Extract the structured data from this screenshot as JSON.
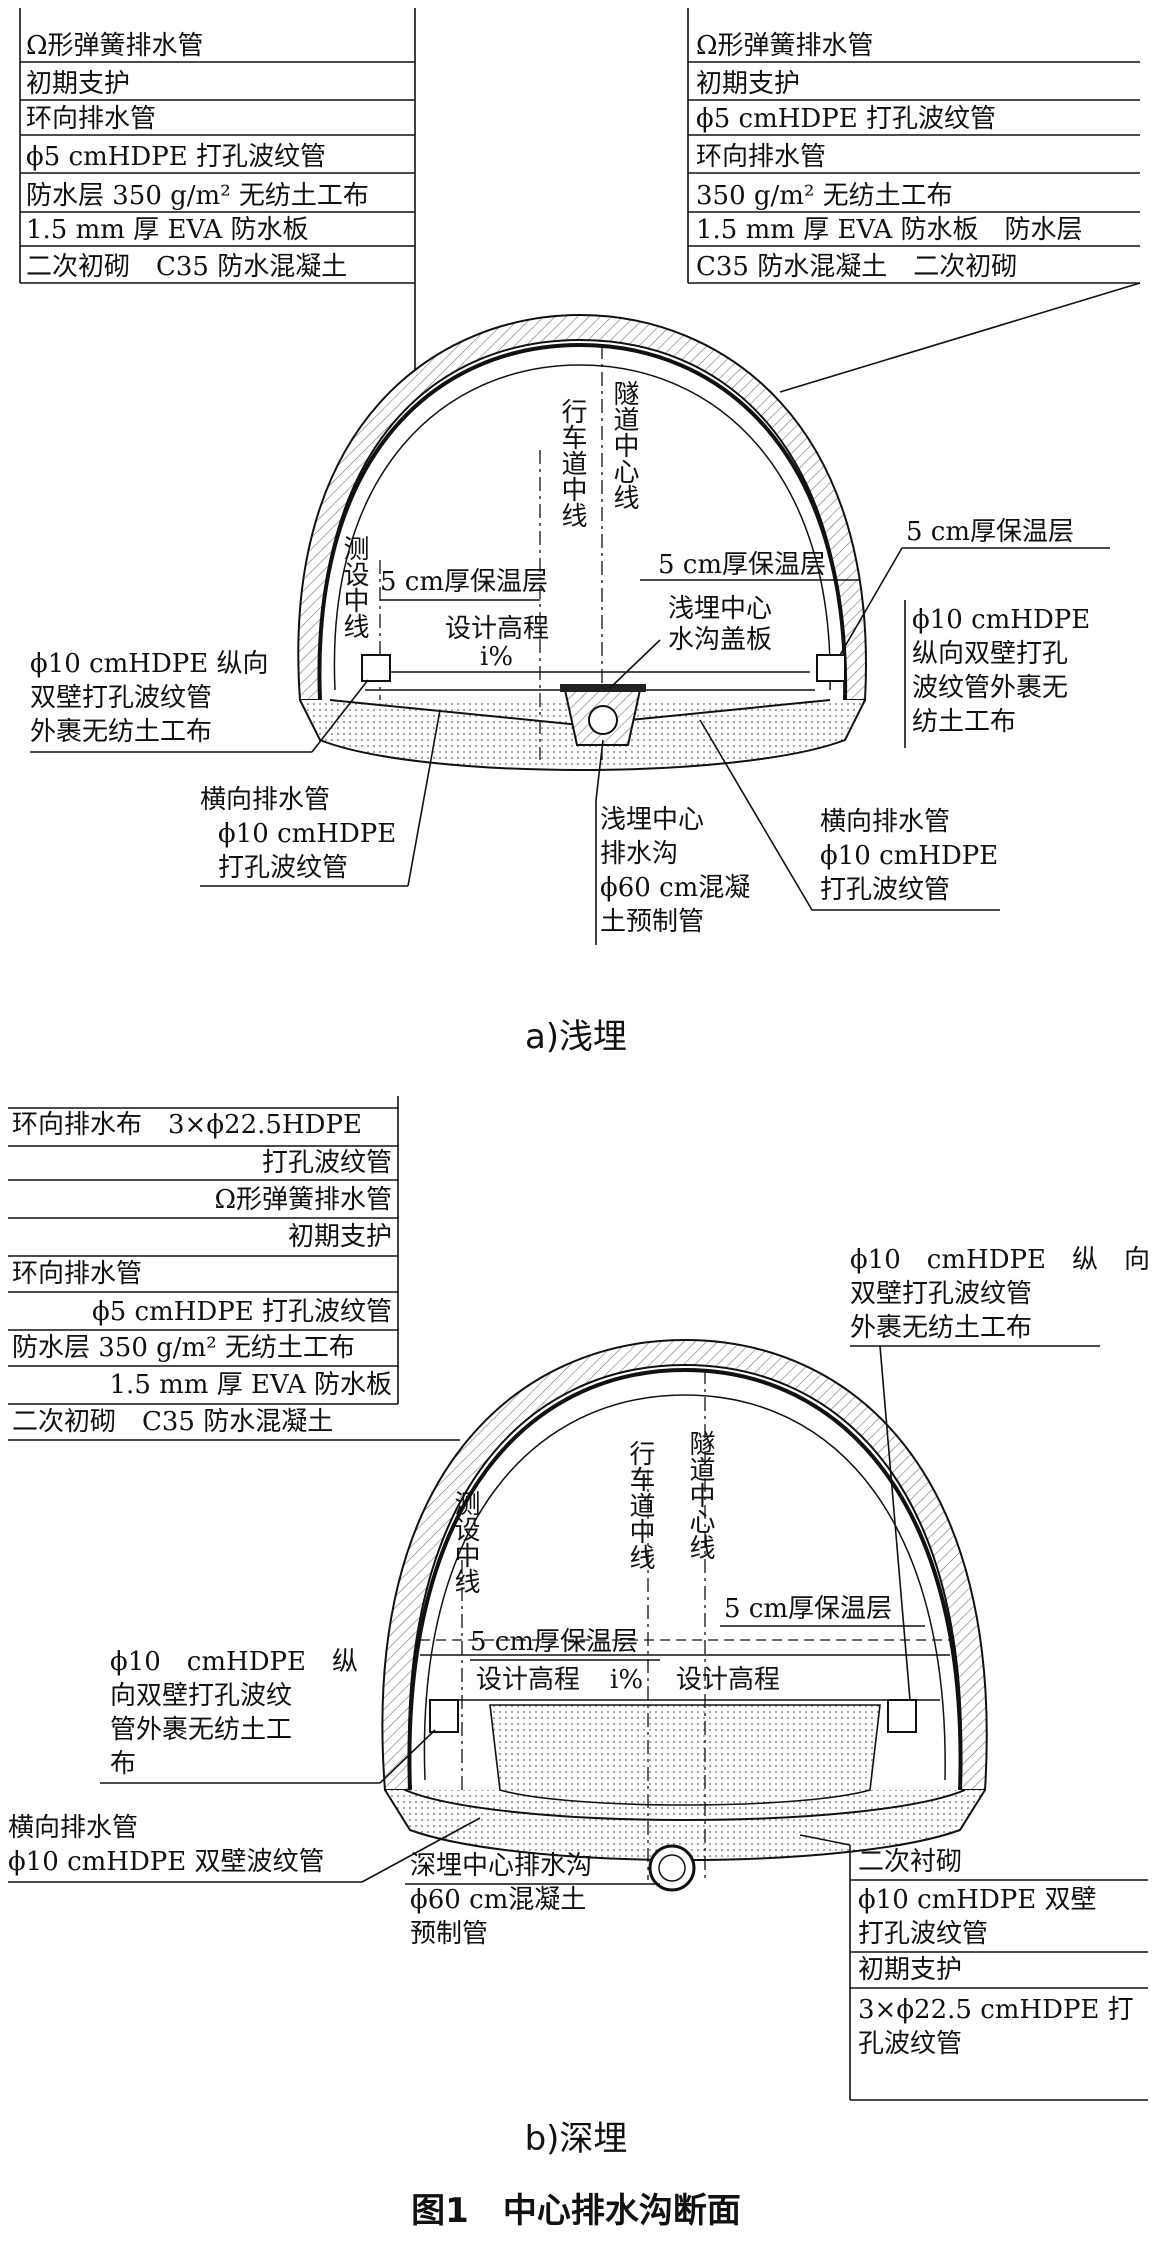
{
  "figure_title": "图1　中心排水沟断面",
  "shallow": {
    "caption": "a)浅埋",
    "left_list": [
      "Ω形弹簧排水管",
      "初期支护",
      "环向排水管",
      "ϕ5 cmHDPE 打孔波纹管",
      "防水层 350 g/m² 无纺土工布",
      "1.5 mm 厚 EVA 防水板",
      "二次初砌　C35 防水混凝土"
    ],
    "right_list": [
      "Ω形弹簧排水管",
      "初期支护",
      "ϕ5 cmHDPE 打孔波纹管",
      "环向排水管",
      "350 g/m² 无纺土工布",
      "1.5 mm 厚 EVA 防水板　防水层",
      "C35 防水混凝土　二次初砌"
    ],
    "labels": {
      "measure_center": "测设中线",
      "lane_center": "行车道中线",
      "tunnel_center": "隧道中心线",
      "insulation_left": "5 cm厚保温层",
      "insulation_mid": "5 cm厚保温层",
      "insulation_right": "5 cm厚保温层",
      "design_elev": "设计高程",
      "slope": "i%",
      "cover_plate": [
        "浅埋中心",
        "水沟盖板"
      ],
      "long_pipe_left": [
        "ϕ10 cmHDPE 纵向",
        "双壁打孔波纹管",
        "外裹无纺土工布"
      ],
      "long_pipe_right": [
        "ϕ10 cmHDPE",
        "纵向双壁打孔",
        "波纹管外裹无",
        "纺土工布"
      ],
      "cross_pipe_left": [
        "横向排水管",
        "ϕ10 cmHDPE",
        "打孔波纹管"
      ],
      "cross_pipe_right": [
        "横向排水管",
        "ϕ10 cmHDPE",
        "打孔波纹管"
      ],
      "center_ditch": [
        "浅埋中心",
        "排水沟",
        "ϕ60 cm混凝",
        "土预制管"
      ]
    }
  },
  "deep": {
    "caption": "b)深埋",
    "left_list": [
      "环向排水布　3×ϕ22.5HDPE",
      "打孔波纹管",
      "Ω形弹簧排水管",
      "初期支护",
      "环向排水管",
      "ϕ5 cmHDPE 打孔波纹管",
      "防水层 350 g/m² 无纺土工布",
      "1.5 mm 厚 EVA 防水板",
      "二次初砌　C35 防水混凝土"
    ],
    "right_top": [
      "ϕ10　cmHDPE　纵　向",
      "双壁打孔波纹管",
      "外裹无纺土工布"
    ],
    "right_list": [
      "二次衬砌",
      "ϕ10 cmHDPE 双壁",
      "打孔波纹管",
      "初期支护",
      "3×ϕ22.5 cmHDPE 打",
      "孔波纹管"
    ],
    "labels": {
      "measure_center": "测设中线",
      "lane_center": "行车道中线",
      "tunnel_center": "隧道中心线",
      "insulation_mid": "5 cm厚保温层",
      "insulation_right": "5 cm厚保温层",
      "design_elev_left": "设计高程",
      "design_elev_right": "设计高程",
      "slope": "i%",
      "long_pipe_left": [
        "ϕ10　cmHDPE　纵",
        "向双壁打孔波纹",
        "管外裹无纺土工",
        "布"
      ],
      "cross_pipe": [
        "横向排水管",
        "ϕ10 cmHDPE 双壁波纹管"
      ],
      "center_ditch": [
        "深埋中心排水沟",
        "ϕ60 cm混凝土",
        "预制管"
      ]
    }
  }
}
